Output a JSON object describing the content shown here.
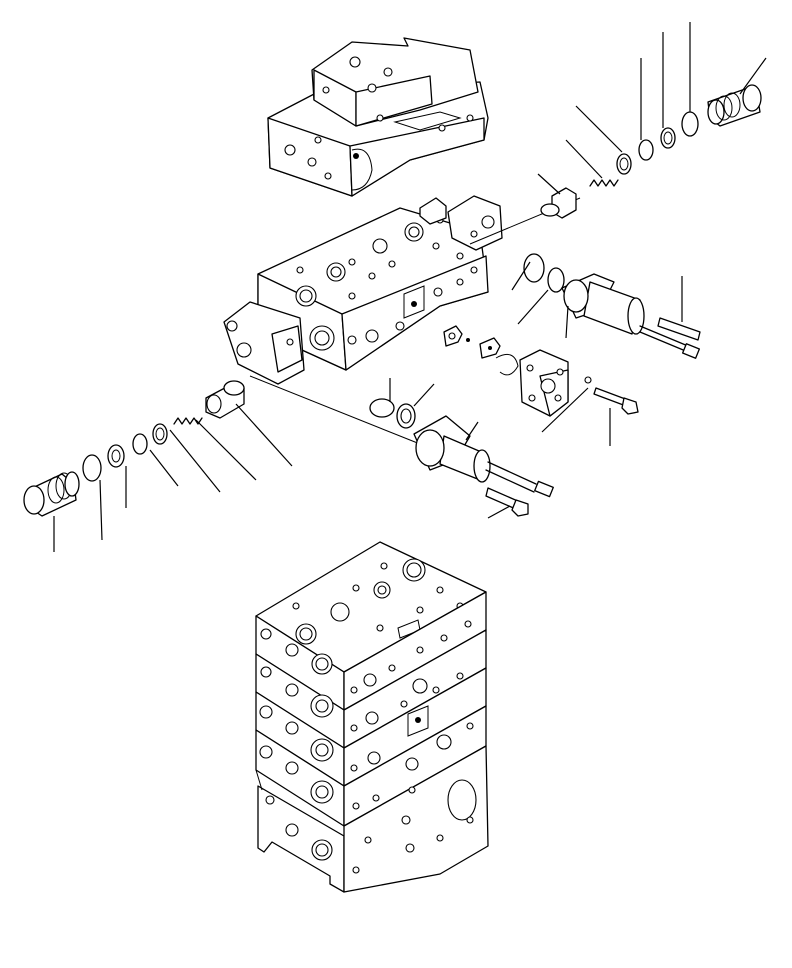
{
  "diagram": {
    "style": "exploded parts illustration (line art, no printed text)",
    "colors": {
      "ink": "#000000",
      "paper": "#ffffff"
    },
    "parts": [
      "top-cover-block",
      "main-valve-block",
      "stacked-valve-assembly",
      "right-plug",
      "left-plug",
      "right-spool-with-spring",
      "left-spool-with-spring",
      "right-solenoid",
      "lower-solenoid",
      "center-cover",
      "bolt",
      "o-rings",
      "washers"
    ]
  }
}
